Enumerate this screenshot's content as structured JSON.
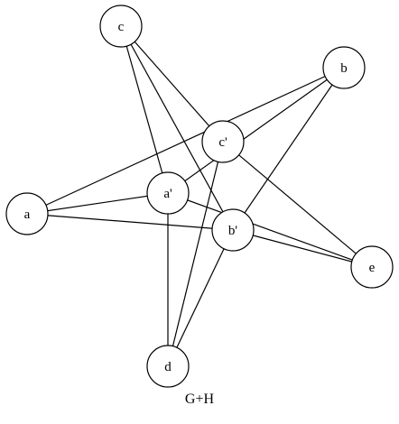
{
  "caption": "G+H",
  "colors": {
    "stroke": "#000000",
    "fill": "#ffffff",
    "text": "#000000"
  },
  "nodes": [
    {
      "id": "c",
      "label": "c"
    },
    {
      "id": "b",
      "label": "b"
    },
    {
      "id": "cp",
      "label": "c'"
    },
    {
      "id": "a",
      "label": "a"
    },
    {
      "id": "ap",
      "label": "a'"
    },
    {
      "id": "bp",
      "label": "b'"
    },
    {
      "id": "e",
      "label": "e"
    },
    {
      "id": "d",
      "label": "d"
    }
  ],
  "edges": [
    [
      "c",
      "cp"
    ],
    [
      "c",
      "ap"
    ],
    [
      "c",
      "bp"
    ],
    [
      "b",
      "a"
    ],
    [
      "b",
      "ap"
    ],
    [
      "b",
      "bp"
    ],
    [
      "cp",
      "e"
    ],
    [
      "cp",
      "d"
    ],
    [
      "a",
      "ap"
    ],
    [
      "a",
      "bp"
    ],
    [
      "ap",
      "d"
    ],
    [
      "ap",
      "e"
    ],
    [
      "bp",
      "e"
    ],
    [
      "bp",
      "d"
    ]
  ]
}
